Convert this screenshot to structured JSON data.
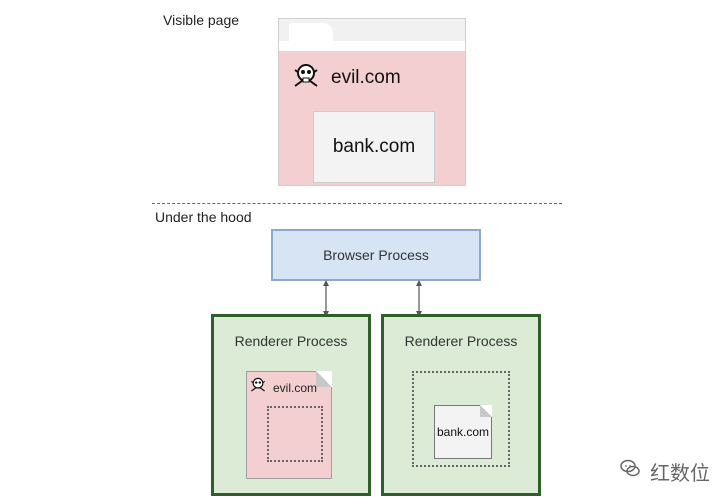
{
  "labels": {
    "visible_page": "Visible page",
    "under_the_hood": "Under the hood"
  },
  "visible_page": {
    "evil_site": "evil.com",
    "bank_site": "bank.com"
  },
  "processes": {
    "browser": "Browser Process",
    "renderer_left": "Renderer Process",
    "renderer_right": "Renderer Process"
  },
  "renderer_docs": {
    "left_doc": "evil.com",
    "right_doc": "bank.com"
  },
  "watermark": "红数位",
  "icons": {
    "skull": "skull-crossbones-icon",
    "wechat": "wechat-icon",
    "tab": "browser-tab-icon"
  },
  "colors": {
    "evil_pink": "#f4cfd2",
    "renderer_green": "#dcebd6",
    "renderer_border": "#2f5f28",
    "browser_blue": "#d6e4f4",
    "browser_border": "#8aa9cf"
  }
}
